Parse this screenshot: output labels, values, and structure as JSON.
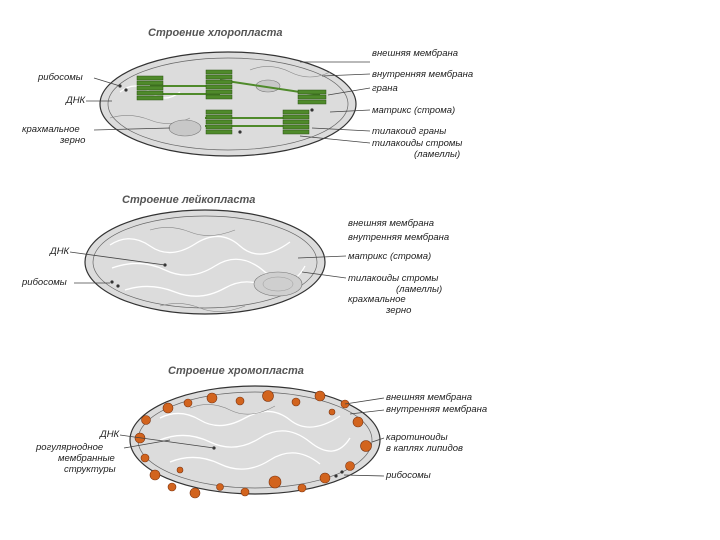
{
  "chloroplast": {
    "title": "Строение хлоропласта",
    "labels": {
      "ribosomes": "рибосомы",
      "dna": "ДНК",
      "starch_1": "крахмальное",
      "starch_2": "зерно",
      "outer_membrane": "внешняя мембрана",
      "inner_membrane": "внутренняя мембрана",
      "grana": "грана",
      "matrix": "матрикс (строма)",
      "thylakoid_grana": "тилакоид граны",
      "stroma_thylakoids": "тилакоиды стромы",
      "lamellae": "(ламеллы)"
    }
  },
  "leucoplast": {
    "title": "Строение лейкопласта",
    "labels": {
      "outer_membrane": "внешняя мембрана",
      "inner_membrane": "внутренняя мембрана",
      "dna": "ДНК",
      "matrix": "матрикс (строма)",
      "ribosomes": "рибосомы",
      "stroma_thylakoids": "тилакоиды стромы",
      "lamellae": "(ламеллы)",
      "starch_1": "крахмальное",
      "starch_2": "зерно"
    }
  },
  "chromoplast": {
    "title": "Строение хромопласта",
    "labels": {
      "outer_membrane": "внешняя мембрана",
      "inner_membrane": "внутренняя мембрана",
      "dna": "ДНК",
      "tubular_1": "рогулярнодное",
      "tubular_2": "мембранные",
      "tubular_3": "структуры",
      "carotenoids_1": "каротиноиды",
      "carotenoids_2": "в каплях липидов",
      "ribosomes": "рибосомы"
    }
  },
  "colors": {
    "granum_green": "#4f8a2b",
    "globule_orange": "#d2641e",
    "plastid_gray": "#dcdcdc"
  }
}
